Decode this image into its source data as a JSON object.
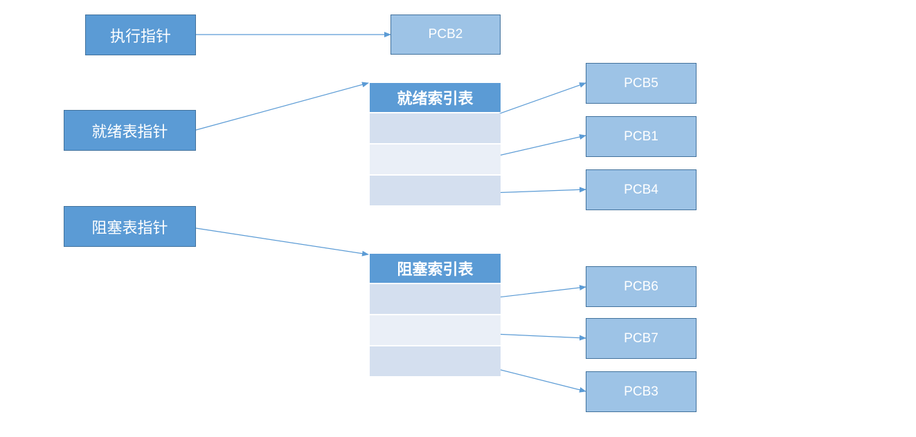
{
  "pointers": {
    "running": "执行指针",
    "ready": "就绪表指针",
    "blocked": "阻塞表指针"
  },
  "tables": {
    "ready_header": "就绪索引表",
    "blocked_header": "阻塞索引表"
  },
  "pcbs": {
    "running": "PCB2",
    "ready": [
      "PCB5",
      "PCB1",
      "PCB4"
    ],
    "blocked": [
      "PCB6",
      "PCB7",
      "PCB3"
    ]
  },
  "colors": {
    "pointer_fill": "#5b9bd5",
    "pcb_fill": "#9dc3e6",
    "border": "#41719c",
    "arrow": "#5b9bd5"
  }
}
